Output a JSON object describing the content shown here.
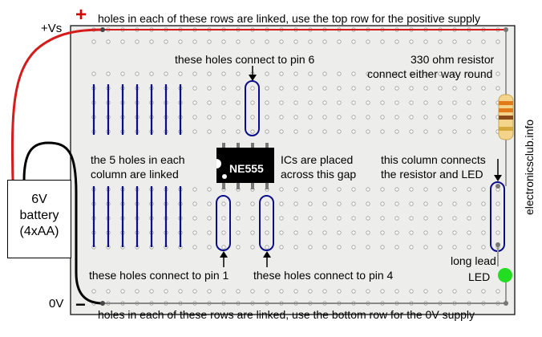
{
  "labels": {
    "top_rail": "holes in each of these rows are linked, use the top row for the positive supply",
    "bottom_rail": "holes in each of these rows are linked, use the bottom row for the 0V supply",
    "vs": "+Vs",
    "zero_v": "0V",
    "plus_sign": "+",
    "minus_sign": "−",
    "pin6": "these holes connect to pin 6",
    "pin1": "these holes connect to pin 1",
    "pin4": "these holes connect to pin 4",
    "resistor_line1": "330 ohm resistor",
    "resistor_line2": "connect either way round",
    "column_line1": "the 5 holes in each",
    "column_line2": "column are linked",
    "gap_line1": "ICs are placed",
    "gap_line2": "across this gap",
    "rc_line1": "this column connects",
    "rc_line2": "the resistor and LED",
    "long_lead": "long lead",
    "led": "LED",
    "chip": "NE555",
    "site": "electronicsclub.info"
  },
  "battery": {
    "line1": "6V",
    "line2": "battery",
    "line3": "(4xAA)"
  },
  "colors": {
    "board": "#ededeb",
    "positive_wire": "#d41c1c",
    "negative_wire": "#000000",
    "link_strips": "#0b0e8a",
    "led": "#22dd22",
    "chip": "#000000"
  }
}
